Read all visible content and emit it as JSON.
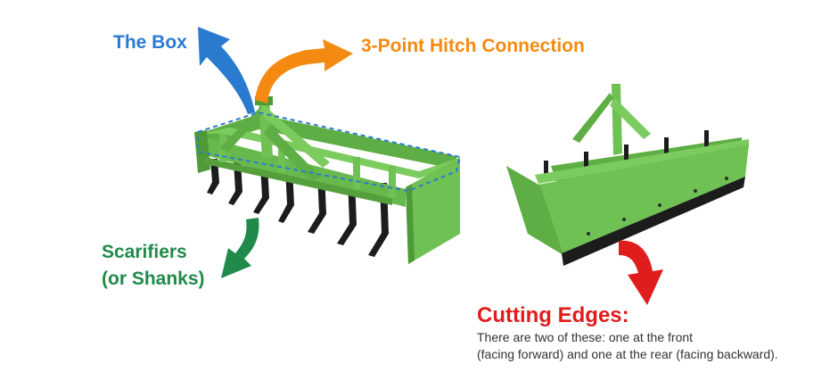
{
  "colors": {
    "box_label": "#2a7bd0",
    "hitch_label": "#f58a12",
    "scarifiers_label": "#1f8a4a",
    "cutting_label": "#e01d1d",
    "description_text": "#333333",
    "implement_green": "#6fc153",
    "implement_dark_green": "#4e9a36",
    "blade_black": "#1c1c1c",
    "outline_dash": "#2a7bd0"
  },
  "labels": {
    "box": "The Box",
    "hitch": "3-Point Hitch Connection",
    "scarifiers": [
      "Scarifiers",
      "(or Shanks)"
    ],
    "cutting_edges": "Cutting Edges:"
  },
  "cutting_description": [
    "There are two of these: one at the front",
    "(facing forward) and one at the rear (facing backward)."
  ],
  "icons": {
    "box_arrow": "arrow-up-left-icon",
    "hitch_arrow": "arrow-right-icon",
    "scarifier_arrow": "arrow-down-left-icon",
    "cutting_arrow": "arrow-down-icon"
  }
}
